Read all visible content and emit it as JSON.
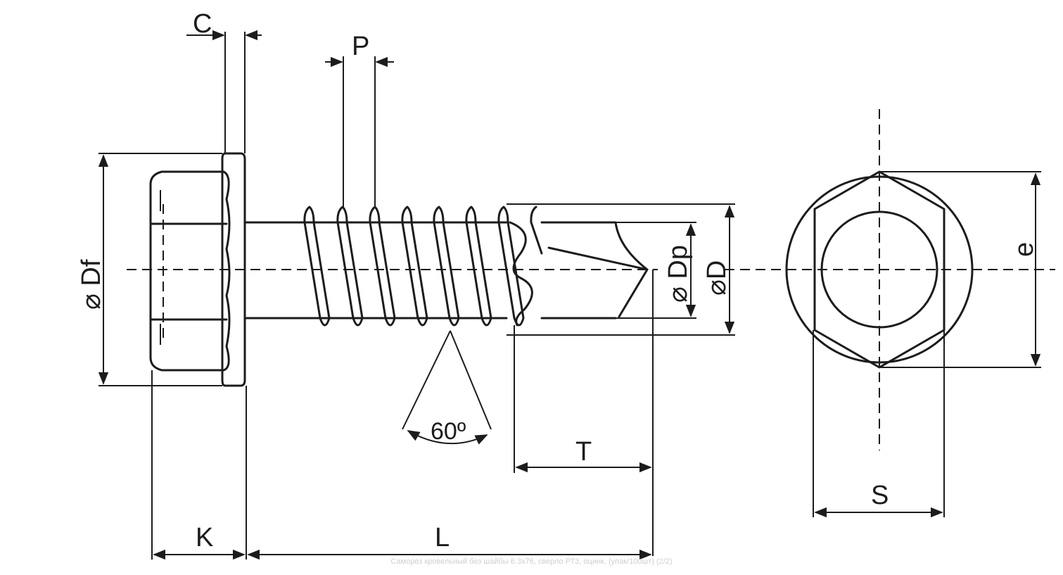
{
  "labels": {
    "c": "C",
    "p": "P",
    "df": "⌀ Df",
    "dp": "⌀ Dp",
    "d": "⌀D",
    "e": "e",
    "angle": "60º",
    "t": "T",
    "s": "S",
    "k": "K",
    "l": "L"
  },
  "caption": "Саморез кровельный без шайбы 6.3х76, сверло РТ3, оцинк. (упак/100шт)    (2/2)"
}
